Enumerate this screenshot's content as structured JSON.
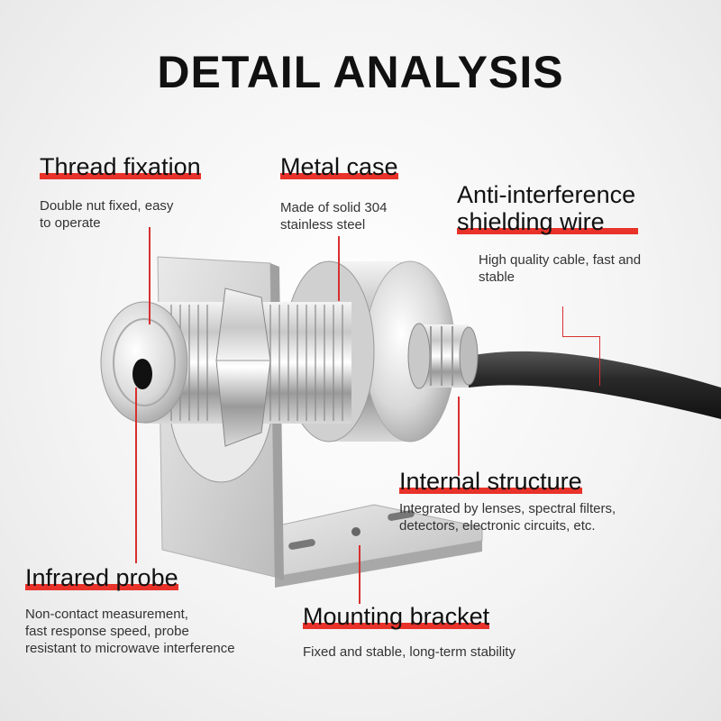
{
  "title": "DETAIL ANALYSIS",
  "features": {
    "thread_fixation": {
      "label": "Thread fixation",
      "desc_lines": [
        "Double nut fixed, easy",
        "to operate"
      ]
    },
    "metal_case": {
      "label": "Metal case",
      "desc_lines": [
        "Made of solid 304",
        "stainless steel"
      ]
    },
    "shielding_wire": {
      "label_lines": [
        "Anti-interference",
        "shielding wire"
      ],
      "desc_lines": [
        "High quality cable, fast and",
        "stable"
      ]
    },
    "internal_structure": {
      "label": "Internal structure",
      "desc_lines": [
        "Integrated by lenses, spectral filters,",
        "detectors, electronic circuits, etc."
      ]
    },
    "infrared_probe": {
      "label": "Infrared probe",
      "desc_lines": [
        "Non-contact measurement,",
        "fast response speed, probe",
        "resistant to microwave interference"
      ]
    },
    "mounting_bracket": {
      "label": "Mounting bracket",
      "desc_lines": [
        "Fixed and stable, long-term stability"
      ]
    }
  },
  "colors": {
    "accent": "#e8322a",
    "text": "#111111",
    "desc": "#333333"
  }
}
